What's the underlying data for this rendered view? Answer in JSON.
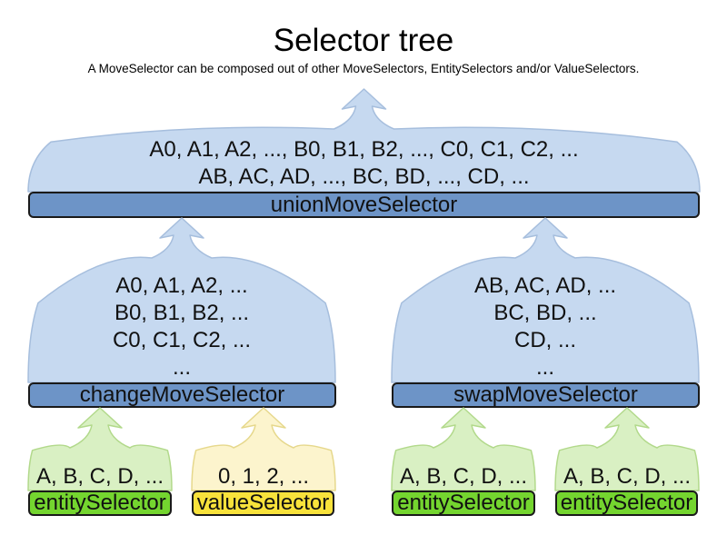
{
  "title": "Selector tree",
  "subtitle": "A MoveSelector can be composed out of other MoveSelectors, EntitySelectors and/or ValueSelectors.",
  "colors": {
    "blue_fill": "#c6d9f0",
    "blue_stroke": "#a6bedd",
    "blue_bar": "#6d94c7",
    "green_fill": "#d9f0c3",
    "green_stroke": "#b2d98b",
    "green_bar": "#74d52f",
    "yellow_fill": "#fcf4cd",
    "yellow_stroke": "#e6d88c",
    "yellow_bar": "#f8e23b",
    "bar_border": "#1a1a1a"
  },
  "nodes": {
    "union": {
      "label": "unionMoveSelector",
      "lines": [
        "A0, A1, A2, ..., B0, B1, B2, ..., C0, C1, C2, ...",
        "AB, AC, AD, ..., BC, BD, ..., CD, ..."
      ]
    },
    "change": {
      "label": "changeMoveSelector",
      "lines": [
        "A0, A1, A2, ...",
        "B0, B1, B2, ...",
        "C0, C1, C2, ...",
        "..."
      ]
    },
    "swap": {
      "label": "swapMoveSelector",
      "lines": [
        "AB, AC, AD, ...",
        "BC, BD, ...",
        "CD, ...",
        "..."
      ]
    },
    "entity1": {
      "label": "entitySelector",
      "lines": [
        "A, B, C, D, ..."
      ]
    },
    "value1": {
      "label": "valueSelector",
      "lines": [
        "0, 1, 2, ..."
      ]
    },
    "entity2": {
      "label": "entitySelector",
      "lines": [
        "A, B, C, D, ..."
      ]
    },
    "entity3": {
      "label": "entitySelector",
      "lines": [
        "A, B, C, D, ..."
      ]
    }
  }
}
